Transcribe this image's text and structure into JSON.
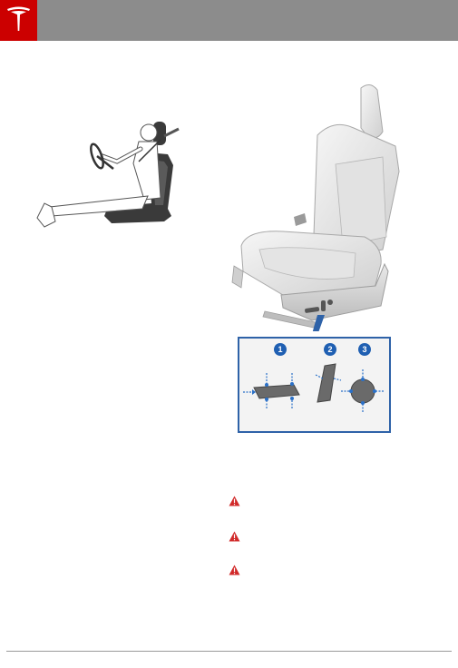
{
  "header": {
    "brand_color": "#cc0000",
    "bar_color": "#8c8c8c",
    "logo": "tesla-t-logo"
  },
  "inset": {
    "border_color": "#2e62a8",
    "badges": [
      {
        "label": "1"
      },
      {
        "label": "2"
      },
      {
        "label": "3"
      }
    ]
  },
  "warnings": {
    "icon": "warning-triangle-icon",
    "color": "#d12a2a",
    "count": 3
  }
}
